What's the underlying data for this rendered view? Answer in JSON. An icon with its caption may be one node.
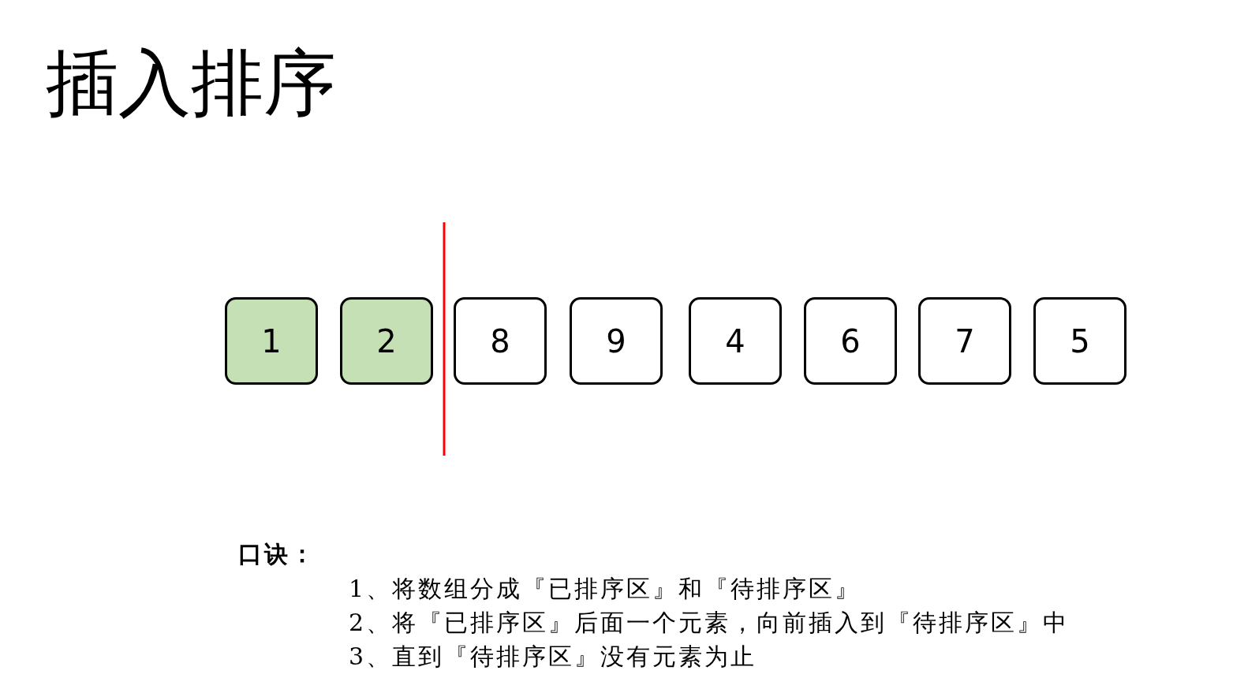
{
  "diagram": {
    "title": "插入排序",
    "nodes": [
      {
        "text": [
          "1"
        ]
      },
      {
        "text": [
          "2"
        ]
      },
      {
        "text": [
          "8"
        ]
      },
      {
        "text": [
          "9"
        ]
      },
      {
        "text": [
          "4"
        ]
      },
      {
        "text": [
          "6"
        ]
      },
      {
        "text": [
          "7"
        ]
      },
      {
        "text": [
          "5"
        ]
      }
    ],
    "labels": [
      "口诀：",
      "1、将数组分成『已排序区』和『待排序区』",
      "2、将『已排序区』后面一个元素，向前插入到『待排序区』中",
      "3、直到『待排序区』没有元素为止"
    ]
  }
}
